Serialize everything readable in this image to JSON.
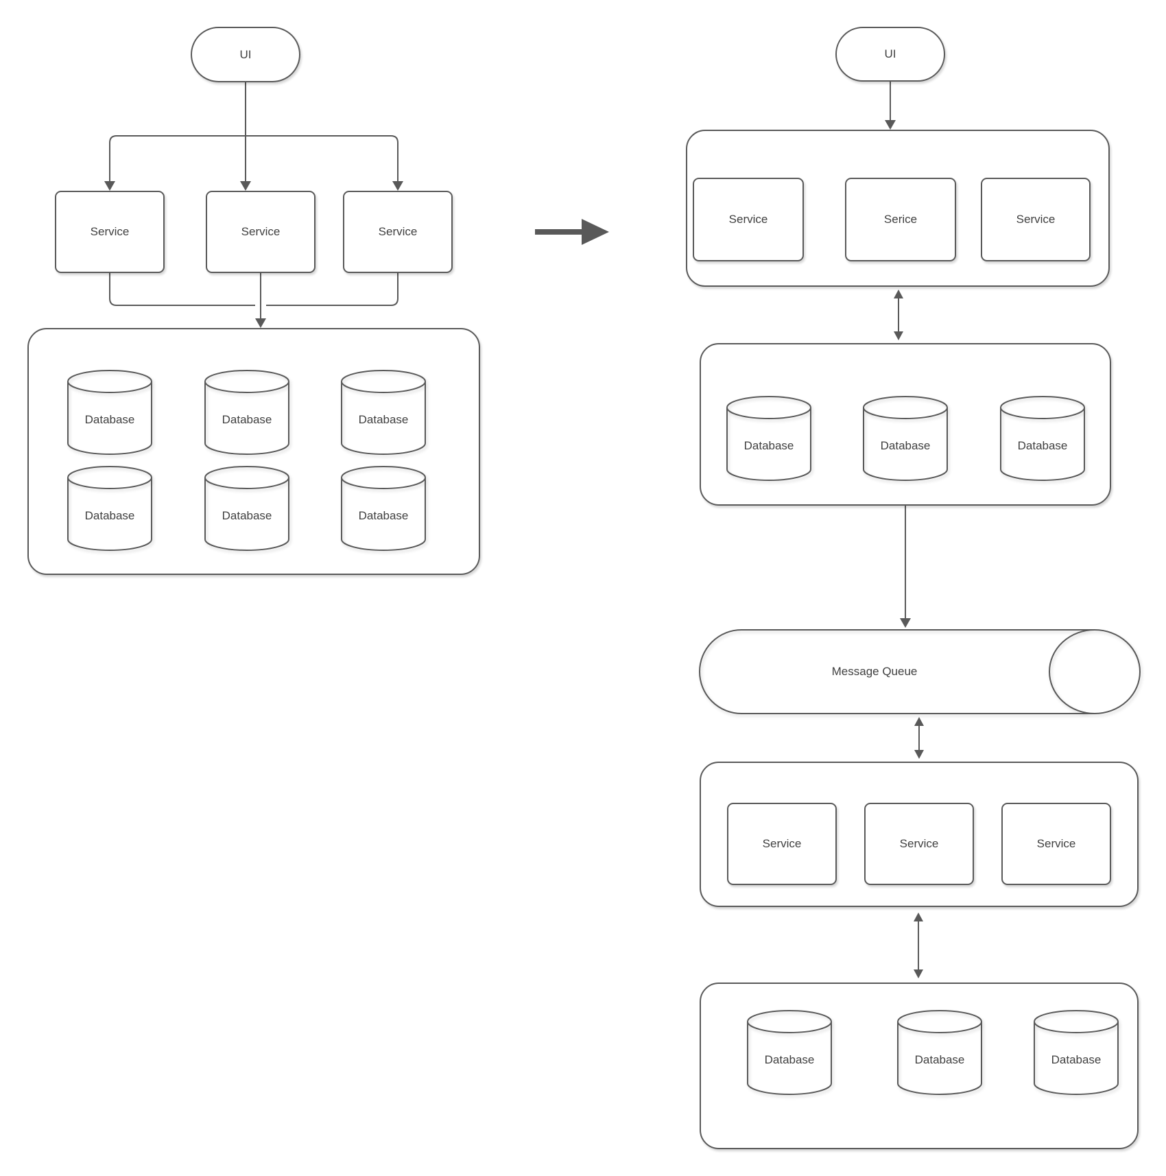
{
  "colors": {
    "stroke": "#595959",
    "text": "#3F3F3F",
    "shape_fill": "#FFFFFF",
    "background": "#FFFFFF"
  },
  "left_diagram": {
    "ui": "UI",
    "services": [
      "Service",
      "Service",
      "Service"
    ],
    "databases": [
      "Database",
      "Database",
      "Database",
      "Database",
      "Database",
      "Database"
    ]
  },
  "right_diagram": {
    "ui": "UI",
    "top_services": [
      "Service",
      "Serice",
      "Service"
    ],
    "top_databases": [
      "Database",
      "Database",
      "Database"
    ],
    "message_queue": "Message Queue",
    "bottom_services": [
      "Service",
      "Service",
      "Service"
    ],
    "bottom_databases": [
      "Database",
      "Database",
      "Database"
    ]
  }
}
